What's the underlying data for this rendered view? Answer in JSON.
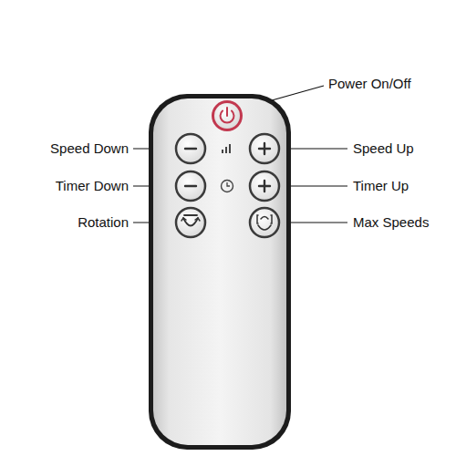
{
  "diagram": {
    "labels": [
      "Power On/Off",
      "Speed Down",
      "Speed Up",
      "Timer Down",
      "Timer Up",
      "Rotation",
      "Max Speeds"
    ]
  }
}
